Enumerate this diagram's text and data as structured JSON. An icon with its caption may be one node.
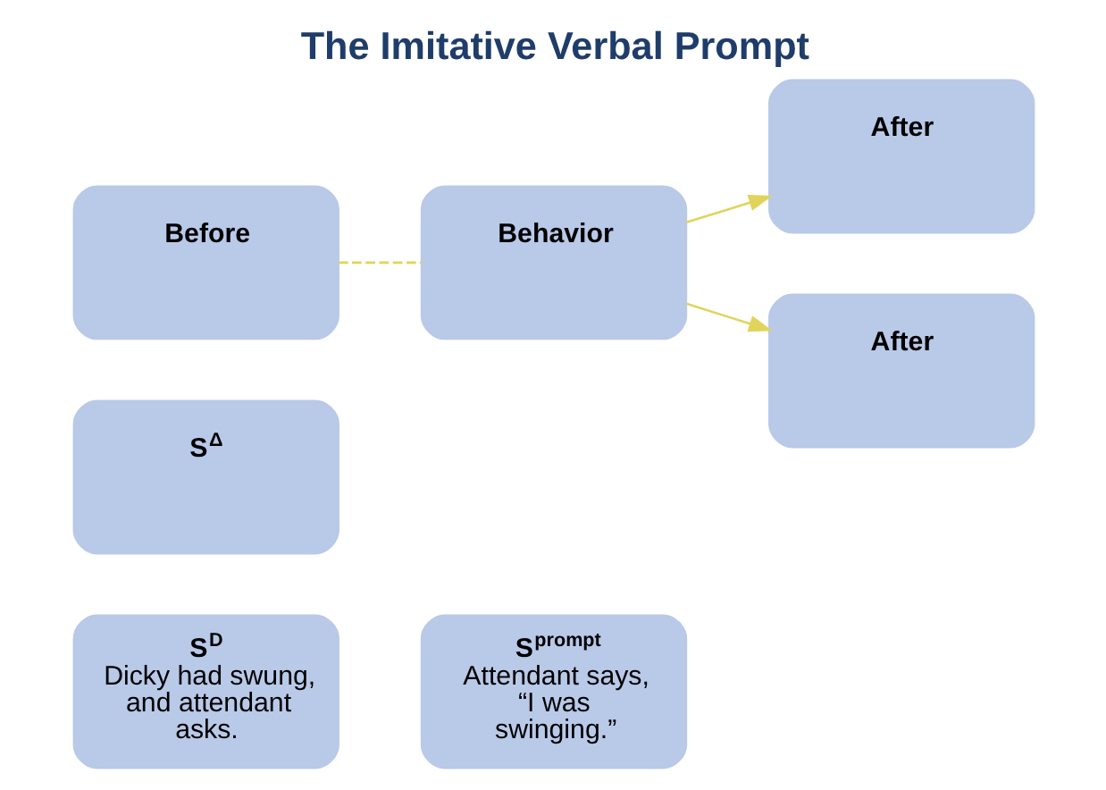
{
  "diagram": {
    "title": "The Imitative Verbal Prompt",
    "nodes": [
      {
        "text": [
          "S$^{D}$",
          "Dicky had swung, and attendant asks."
        ]
      },
      {
        "text": [
          "S$^{prompt}$",
          "Attendant says, “I was swinging.”"
        ]
      },
      {
        "text": [
          "After"
        ]
      },
      {
        "text": [
          "Before"
        ]
      },
      {
        "text": [
          "Behavior"
        ]
      },
      {
        "text": [
          "S$^{Δ}$"
        ]
      },
      {
        "text": [
          "After"
        ]
      }
    ],
    "edges": [
      {
        "from": 3,
        "to": 4,
        "arrow": "none",
        "style": "dashed"
      },
      {
        "from": 4,
        "to": 2,
        "arrow": "to"
      },
      {
        "from": 4,
        "to": 6,
        "arrow": "to"
      }
    ]
  }
}
